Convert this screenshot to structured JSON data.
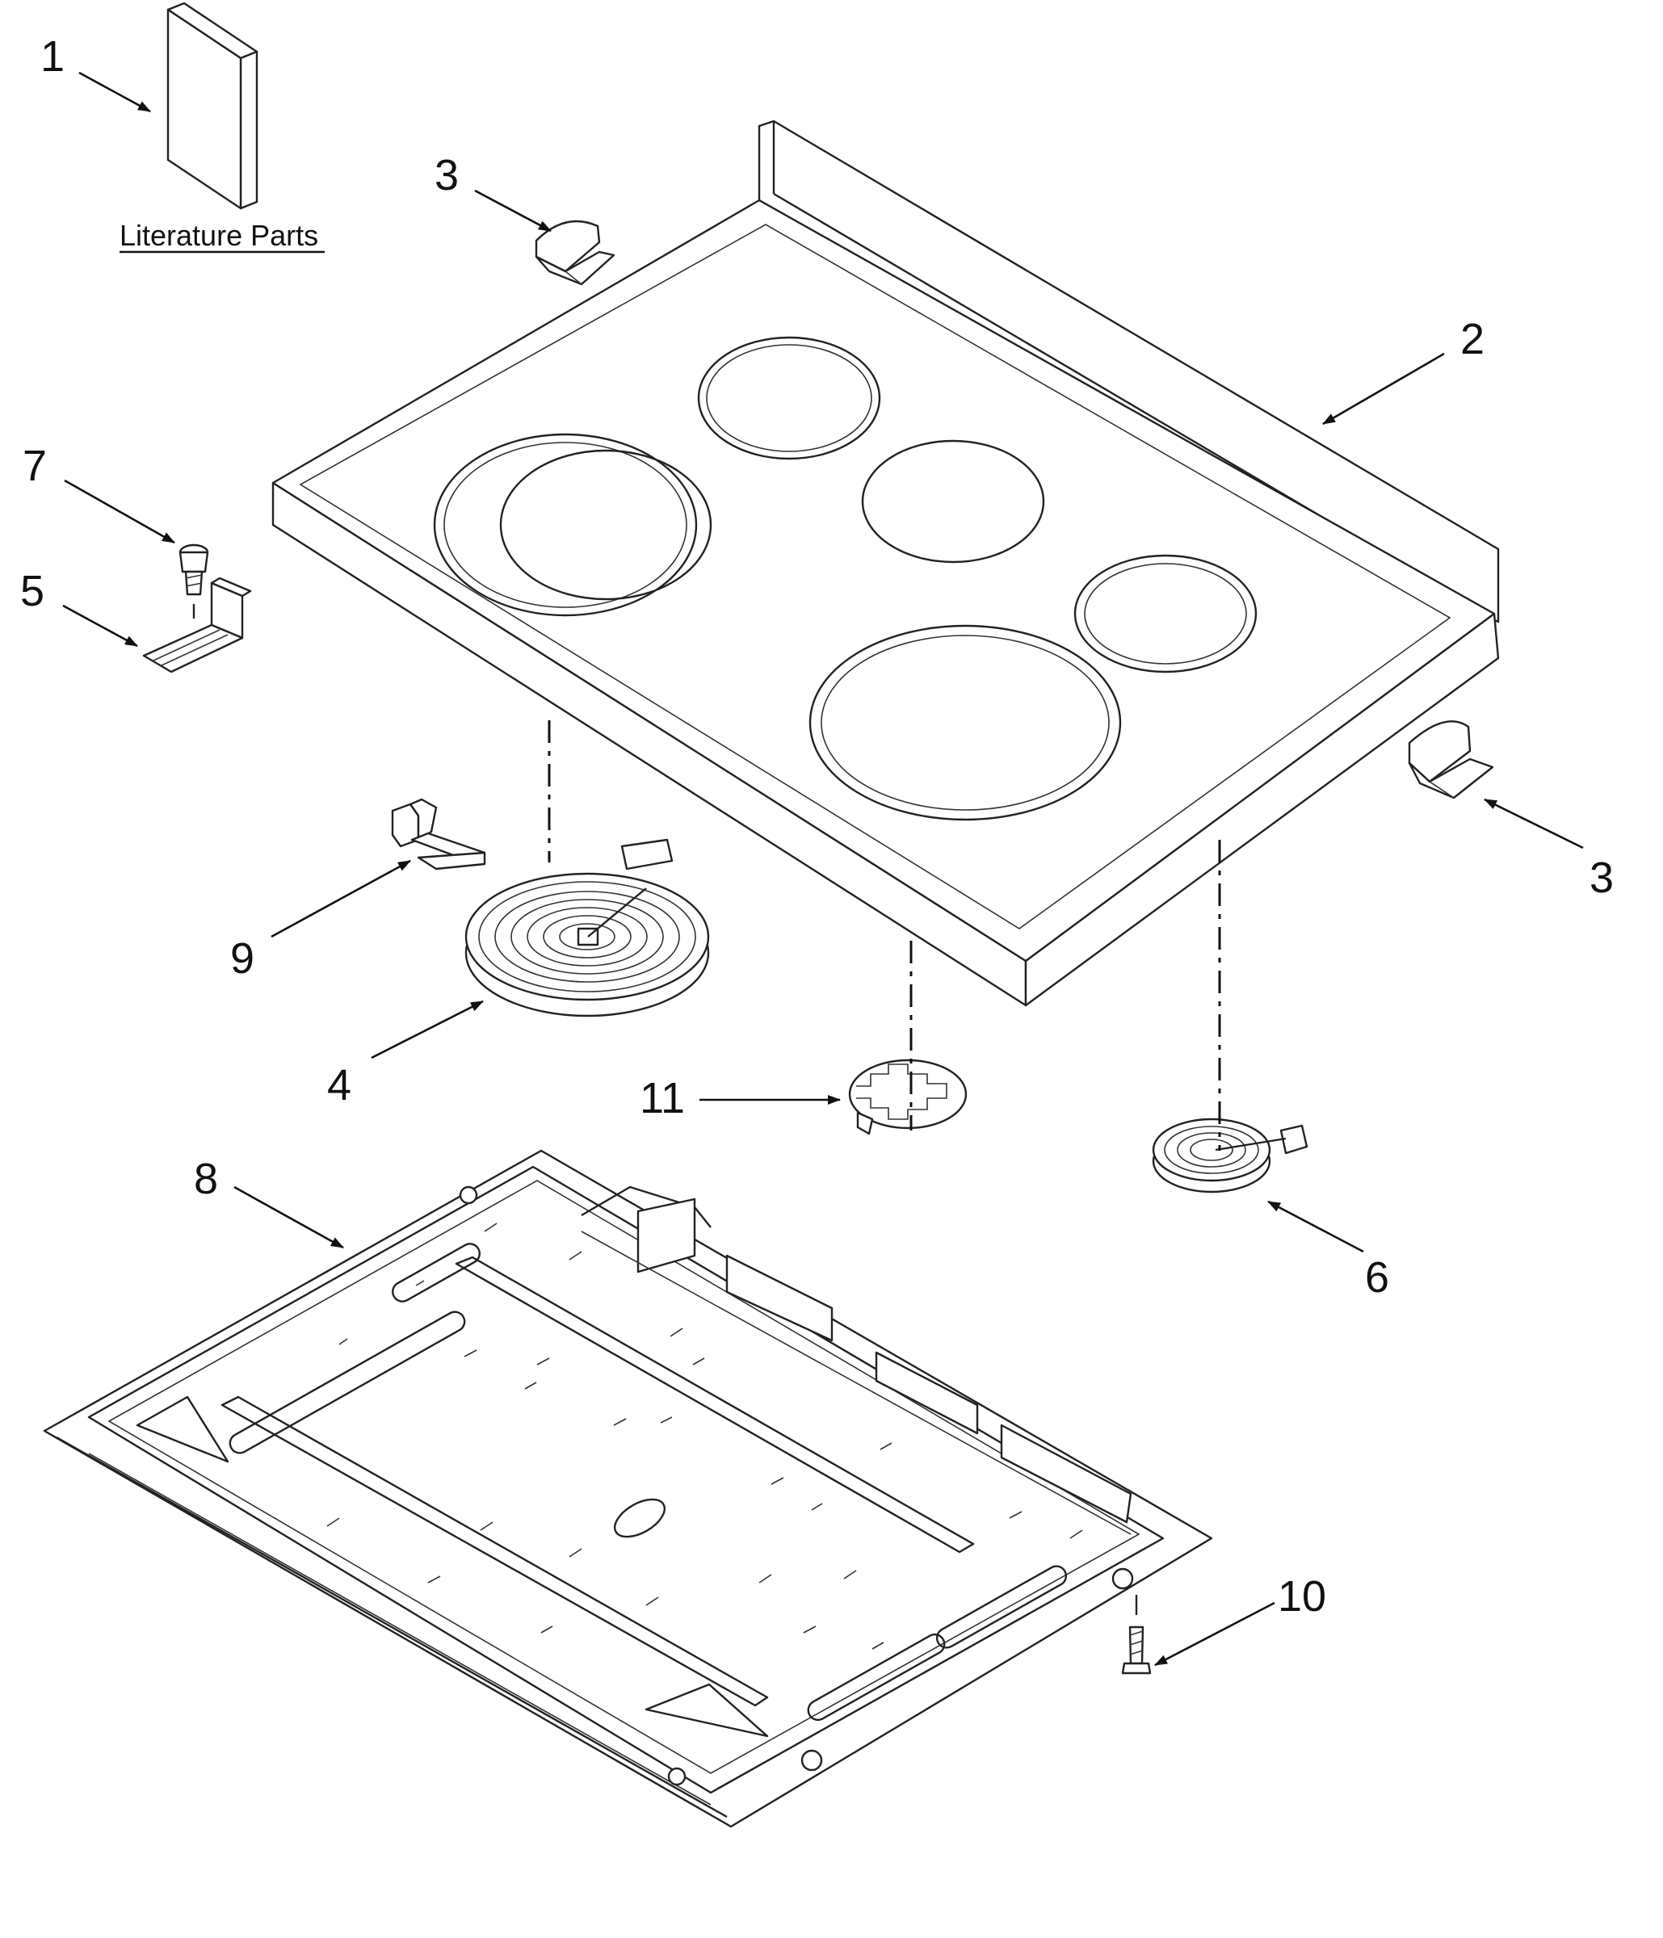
{
  "title": "",
  "literature_label": "Literature Parts",
  "callouts": [
    {
      "id": "c1",
      "label": "1"
    },
    {
      "id": "c2",
      "label": "2"
    },
    {
      "id": "c3a",
      "label": "3"
    },
    {
      "id": "c3b",
      "label": "3"
    },
    {
      "id": "c4",
      "label": "4"
    },
    {
      "id": "c5",
      "label": "5"
    },
    {
      "id": "c6",
      "label": "6"
    },
    {
      "id": "c7",
      "label": "7"
    },
    {
      "id": "c8",
      "label": "8"
    },
    {
      "id": "c9",
      "label": "9"
    },
    {
      "id": "c10",
      "label": "10"
    },
    {
      "id": "c11",
      "label": "11"
    }
  ]
}
